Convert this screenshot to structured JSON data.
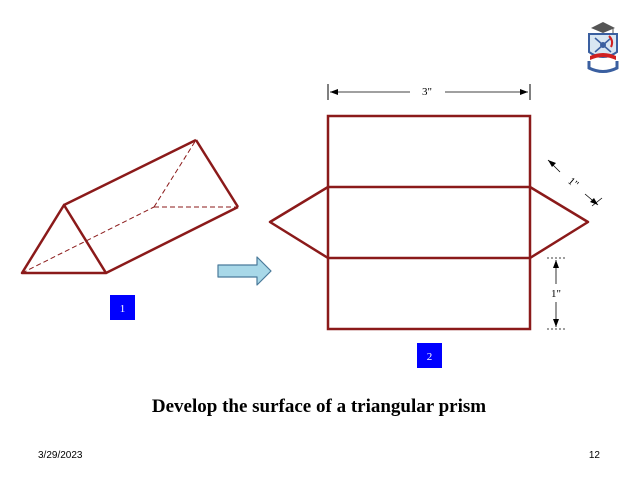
{
  "figure1": {
    "badge": "1"
  },
  "figure2": {
    "badge": "2",
    "width_label": "3\"",
    "side_label": "1\"",
    "height_label": "1\""
  },
  "caption": "Develop the surface of a triangular prism",
  "footer": {
    "date": "3/29/2023",
    "page": "12"
  },
  "colors": {
    "outline": "#8b1a1a",
    "badge": "#0000ff",
    "arrow_fill": "#a8d8e8",
    "arrow_stroke": "#4a7a9a"
  },
  "logo": "university-crest-icon"
}
